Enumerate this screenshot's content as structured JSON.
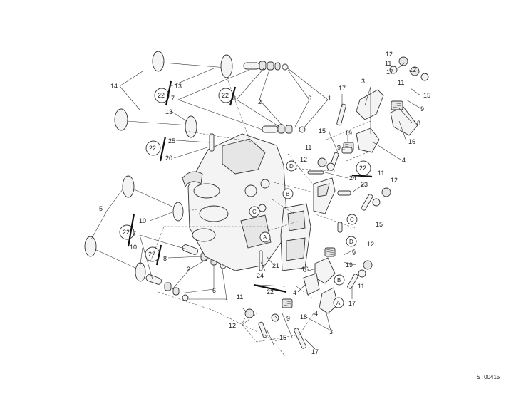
{
  "callouts": {
    "c1a": "1",
    "c1b": "1",
    "c2a": "2",
    "c2b": "2",
    "c3a": "3",
    "c3b": "3",
    "c4a": "4",
    "c4b": "4",
    "c5": "5",
    "c6a": "6",
    "c6b": "6",
    "c7a": "7",
    "c7b": "7",
    "c8a": "8",
    "c8b": "8",
    "c9a": "9",
    "c9b": "9",
    "c9c": "9",
    "c9d": "9",
    "c10a": "10",
    "c10b": "10",
    "c11a": "11",
    "c11b": "11",
    "c11c": "11",
    "c11d": "11",
    "c11e": "11",
    "c11f": "11",
    "c12a": "12",
    "c12b": "12",
    "c12c": "12",
    "c12d": "12",
    "c13a": "13",
    "c13b": "13",
    "c14": "14",
    "c15a": "15",
    "c15b": "15",
    "c15c": "15",
    "c15d": "15",
    "c16a": "16",
    "c16b": "16",
    "c17a": "17",
    "c17b": "17",
    "c17c": "17",
    "c17d": "17",
    "c18a": "18",
    "c18b": "18",
    "c19a": "19",
    "c19b": "19",
    "c20": "20",
    "c21": "21",
    "c22a": "22",
    "c22b": "22",
    "c22c": "22",
    "c22d": "22",
    "c22e": "22",
    "c22f": "22",
    "c22g": "22",
    "c23": "23",
    "c24a": "24",
    "c24b": "24",
    "c25": "25"
  },
  "markers": {
    "A": "A",
    "B": "B",
    "C": "C",
    "D": "D"
  },
  "drawing_code": "TST00415",
  "colors": {
    "line": "#333333",
    "background": "#ffffff"
  }
}
